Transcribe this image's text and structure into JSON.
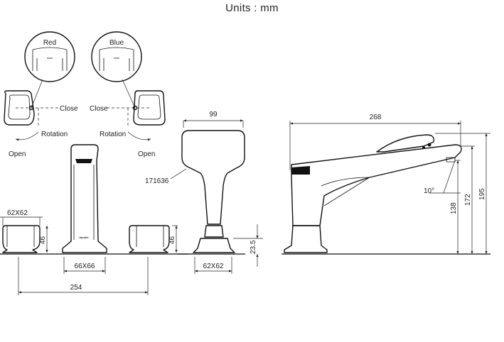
{
  "title": "Units : mm",
  "handles": {
    "left": {
      "color_label": "Red",
      "close_label": "Close",
      "open_label": "Open",
      "rotation_label": "Rotation"
    },
    "right": {
      "color_label": "Blue",
      "close_label": "Close",
      "open_label": "Open",
      "rotation_label": "Rotation"
    }
  },
  "shower": {
    "part_number": "171636",
    "width": "99",
    "base": "62X62",
    "base_height": "23.5"
  },
  "spout": {
    "base": "66X66",
    "brand_mark": "bonnie"
  },
  "handle_base": "62X62",
  "handle_height": "46",
  "spout_to_handle": "46",
  "spacing": "254",
  "side_view": {
    "length": "268",
    "angle": "10°",
    "height_low": "138",
    "height_mid": "172",
    "height_total": "195"
  }
}
